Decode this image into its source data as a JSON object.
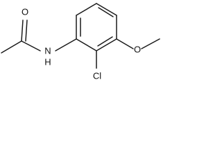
{
  "molecule": {
    "atoms": {
      "carbonyl_oxygen": "O",
      "amide_nitrogen": "N",
      "amide_hydrogen": "H",
      "chlorine": "Cl",
      "ether_oxygen": "O"
    }
  }
}
